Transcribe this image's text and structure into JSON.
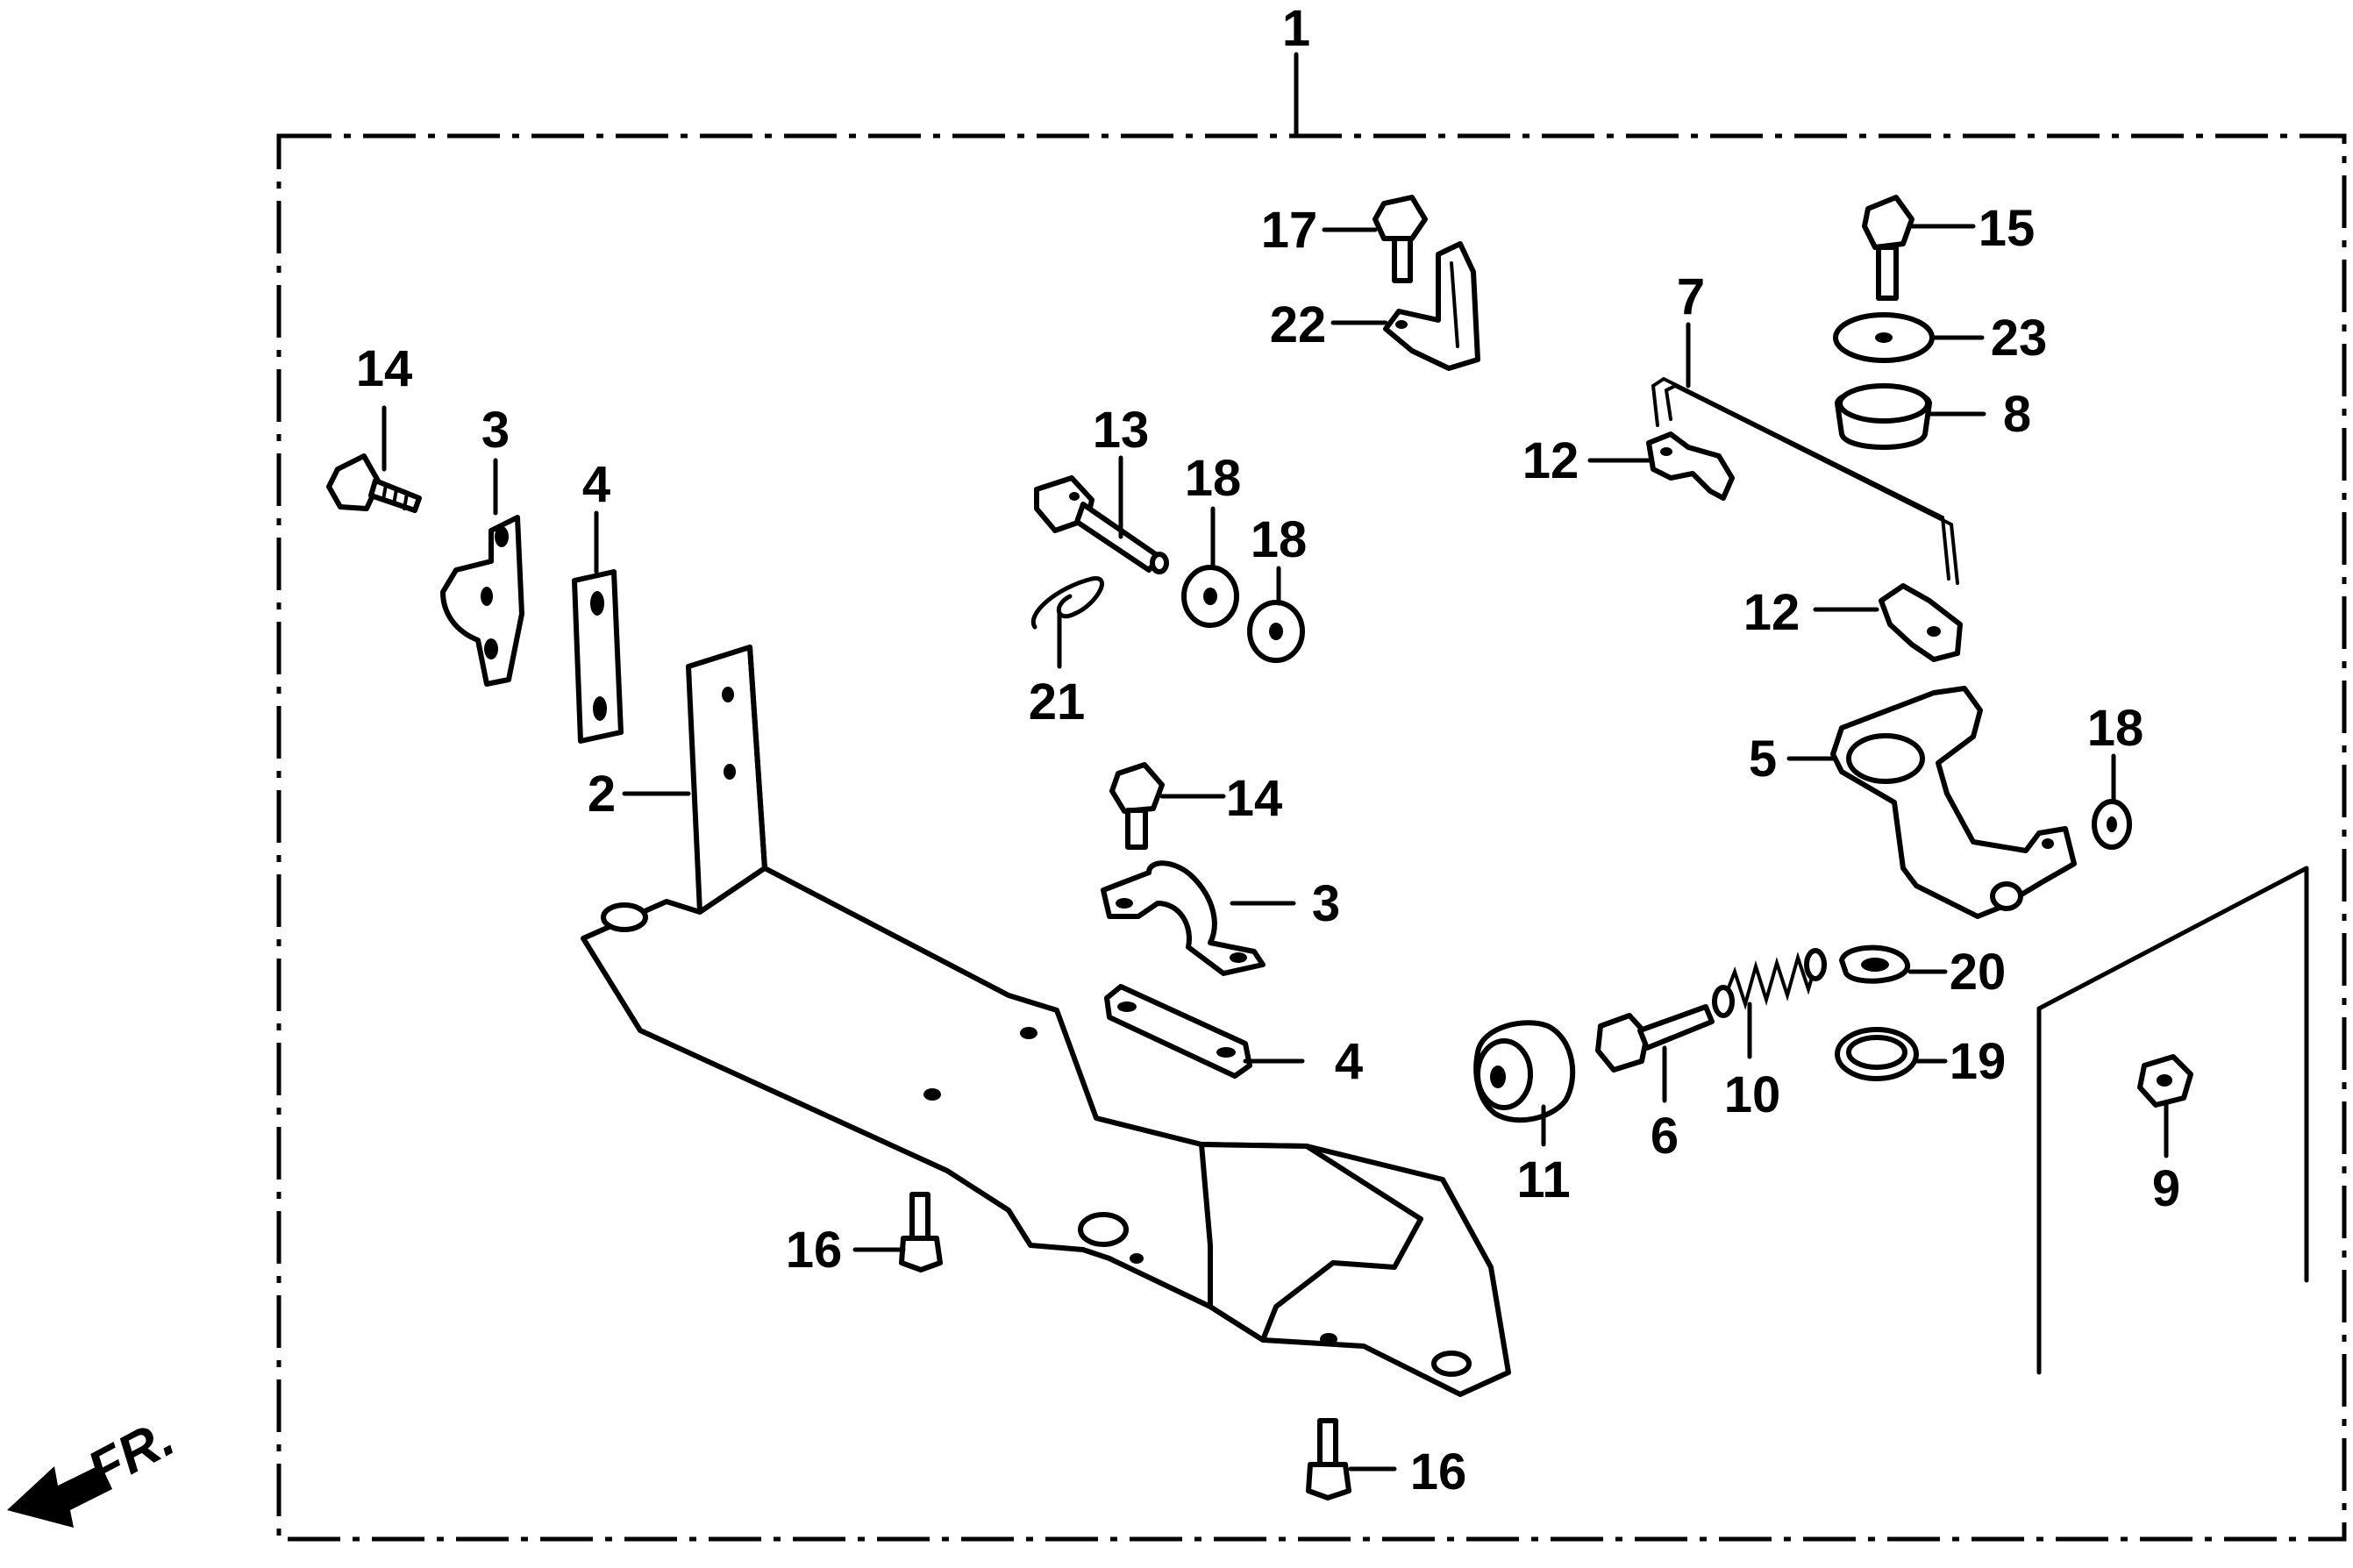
{
  "diagram": {
    "orientation_label": "FR.",
    "callouts": {
      "c1": "1",
      "c2": "2",
      "c3a": "3",
      "c3b": "3",
      "c4a": "4",
      "c4b": "4",
      "c5": "5",
      "c6": "6",
      "c7": "7",
      "c8": "8",
      "c9": "9",
      "c10": "10",
      "c11": "11",
      "c12a": "12",
      "c12b": "12",
      "c13": "13",
      "c14a": "14",
      "c14b": "14",
      "c15": "15",
      "c16a": "16",
      "c16b": "16",
      "c17": "17",
      "c18a": "18",
      "c18b": "18",
      "c18c": "18",
      "c19": "19",
      "c20": "20",
      "c21": "21",
      "c22": "22",
      "c23": "23"
    }
  }
}
